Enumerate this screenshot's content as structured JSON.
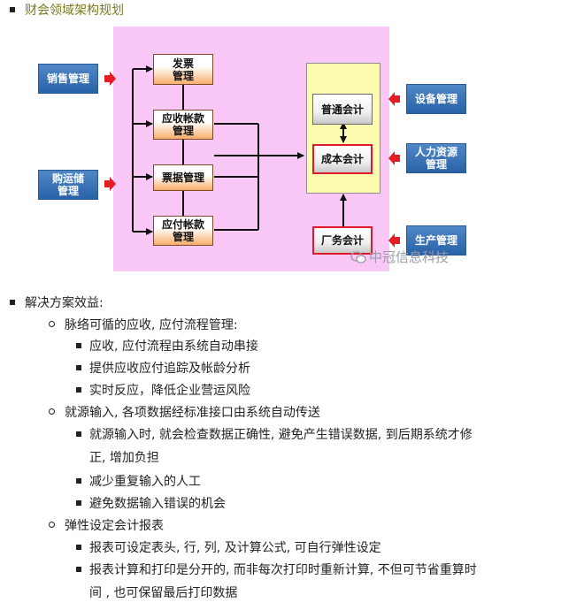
{
  "heading": "财会领域架构规划",
  "diagram": {
    "sales": "销售管理",
    "purchase": "购运储\n管理",
    "invoice": "发票\n管理",
    "receivable": "应收帐款\n管理",
    "bill": "票据管理",
    "payable": "应付帐款\n管理",
    "general_accounting": "普通会计",
    "cost_accounting": "成本会计",
    "factory_accounting": "厂务会计",
    "equipment": "设备管理",
    "hr": "人力资源\n管理",
    "production": "生产管理",
    "watermark": "中冠信息科技"
  },
  "benefits": {
    "title": "解决方案效益:",
    "groups": [
      {
        "label": "脉络可循的应收, 应付流程管理:",
        "items": [
          "应收, 应付流程由系统自动串接",
          "提供应收应付追踪及帐龄分析",
          "实时反应，降低企业营运风险"
        ]
      },
      {
        "label": "就源输入, 各项数据经标准接口由系统自动传送",
        "items": [
          "就源输入时, 就会检查数据正确性, 避免产生错误数据, 到后期系统才修",
          "正, 增加负担",
          "减少重复输入的人工",
          "避免数据输入错误的机会"
        ]
      },
      {
        "label": "弹性设定会计报表",
        "items": [
          "报表可设定表头, 行, 列, 及计算公式, 可自行弹性设定",
          "报表计算和打印是分开的, 而非每次打印时重新计算, 不但可节省重算时",
          "间 , 也可保留最后打印数据"
        ]
      }
    ]
  }
}
